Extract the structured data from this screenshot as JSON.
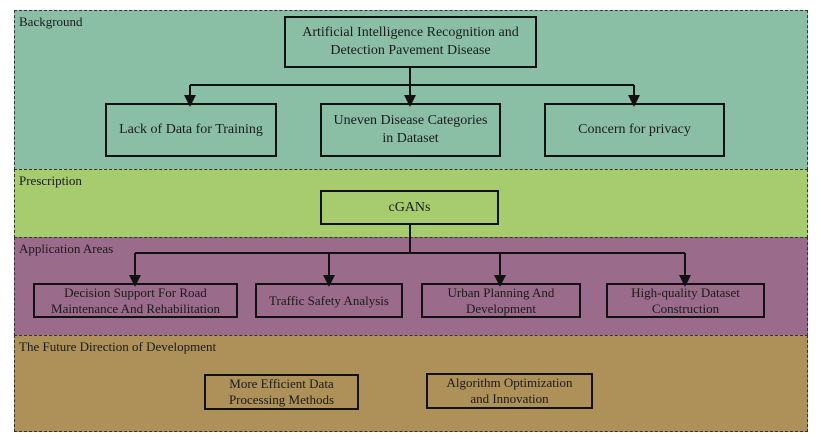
{
  "colors": {
    "background": "#8abfa6",
    "prescription": "#a6cc6e",
    "application": "#9b6b8c",
    "future": "#ad9158",
    "border": "#111111"
  },
  "sections": {
    "background": {
      "label": "Background",
      "root": "Artificial Intelligence Recognition and Detection Pavement Disease",
      "children": [
        "Lack of Data for Training",
        "Uneven Disease Categories in Dataset",
        "Concern for privacy"
      ]
    },
    "prescription": {
      "label": "Prescription",
      "node": "cGANs"
    },
    "application": {
      "label": "Application Areas",
      "children": [
        "Decision Support For Road Maintenance And Rehabilitation",
        "Traffic Safety Analysis",
        "Urban Planning And Development",
        "High-quality Dataset Construction"
      ]
    },
    "future": {
      "label": "The Future Direction of Development",
      "children": [
        "More Efficient Data Processing Methods",
        "Algorithm Optimization and Innovation"
      ]
    }
  }
}
